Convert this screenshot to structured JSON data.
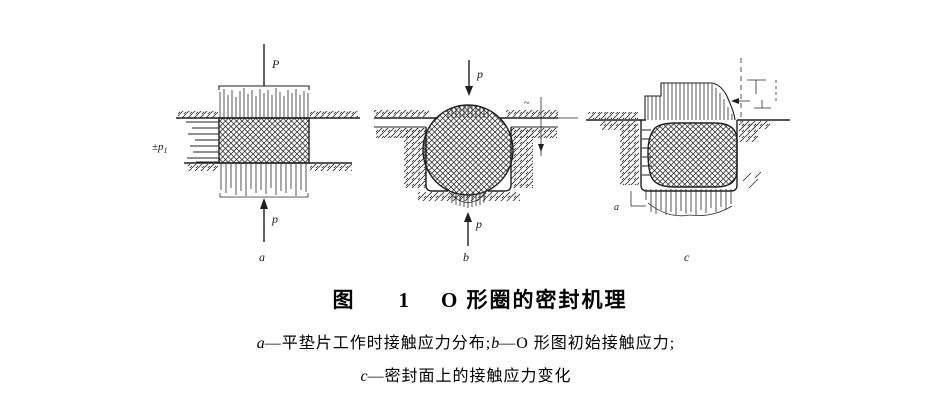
{
  "caption": {
    "prefix": "图",
    "number": "1",
    "title": "O 形圈的密封机理"
  },
  "notes": {
    "line1": {
      "label_a": "a",
      "text_a": "—平垫片工作时接触应力分布;",
      "label_b": "b",
      "text_b": "—O 形图初始接触应力;"
    },
    "line2": {
      "label_c": "c",
      "text_c": "—密封面上的接触应力变化"
    }
  },
  "diagram_a": {
    "top_force": "P",
    "side_pressure": "±p",
    "side_pressure_sub": "1",
    "bottom_force": "p",
    "sublabel": "a"
  },
  "diagram_b": {
    "top_force": "p",
    "bottom_force": "p",
    "gap_mark": "~",
    "sublabel": "b"
  },
  "diagram_c": {
    "wall_mark": "a",
    "sublabel": "c"
  },
  "colors": {
    "ink": "#1f1f1f",
    "background": "#ffffff"
  }
}
